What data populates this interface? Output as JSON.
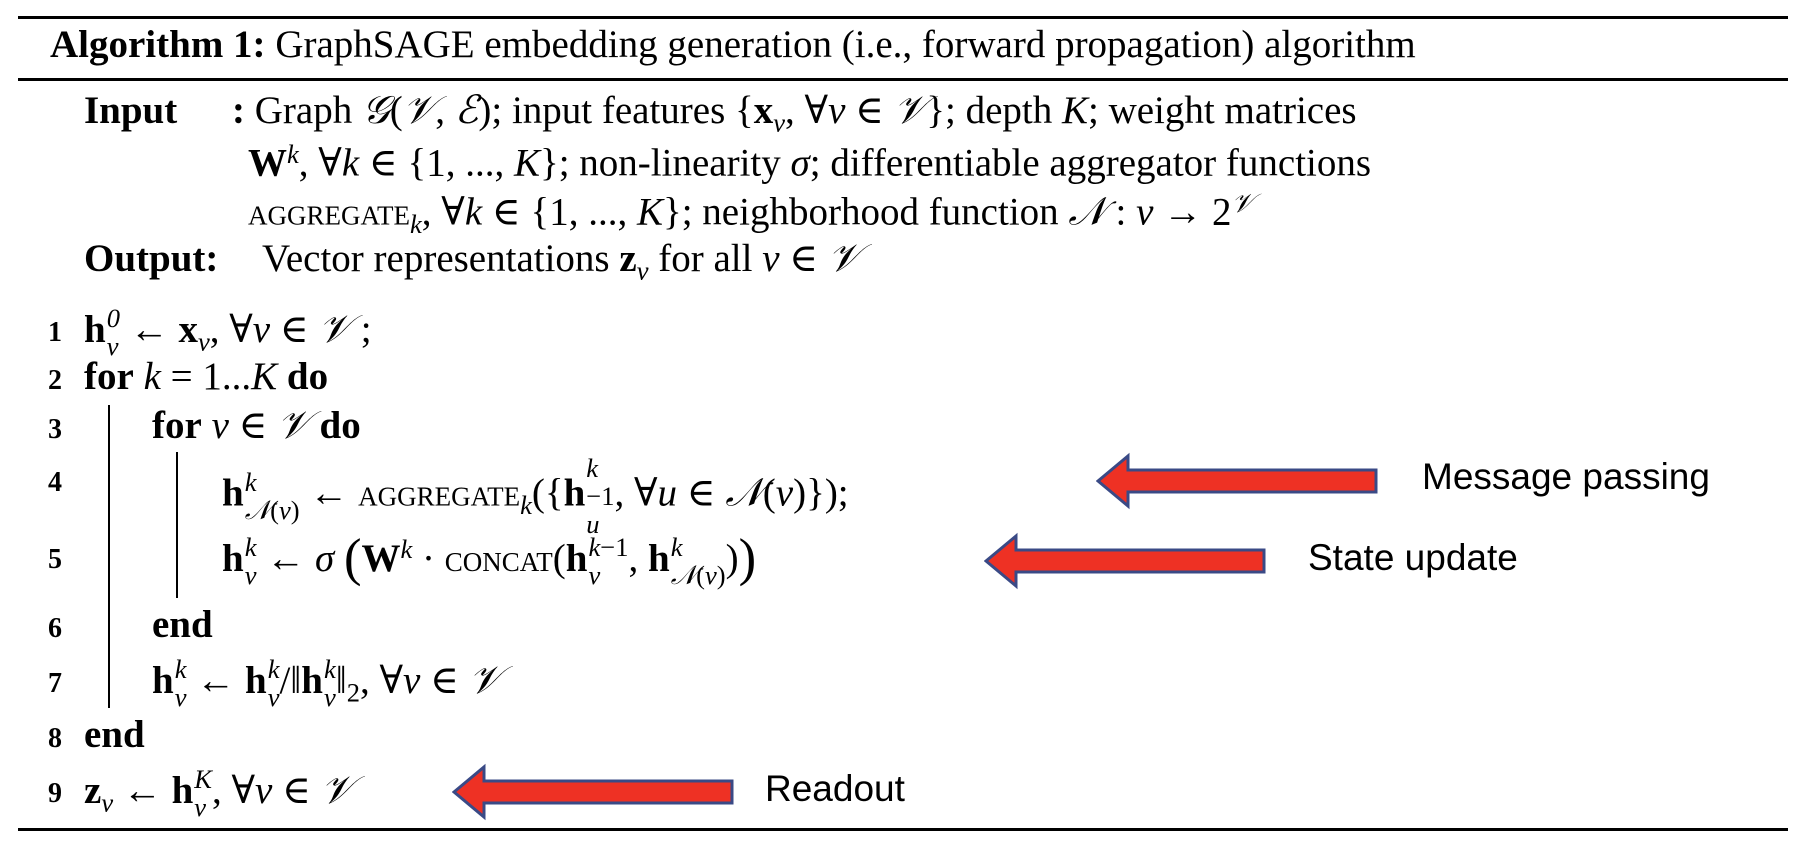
{
  "algorithm": {
    "label": "Algorithm 1:",
    "title": "GraphSAGE embedding generation (i.e., forward propagation) algorithm"
  },
  "input": {
    "label": "Input",
    "line1": ": Graph 𝒢(𝒱, ℰ); input features {x_v, ∀v ∈ 𝒱}; depth K; weight matrices",
    "line2": "W^k, ∀k ∈ {1, ..., K}; non-linearity σ; differentiable aggregator functions",
    "line3": "AGGREGATE_k, ∀k ∈ {1, ..., K}; neighborhood function 𝒩 : v → 2^𝒱"
  },
  "output": {
    "label": "Output",
    "text": "Vector representations z_v for all v ∈ 𝒱"
  },
  "lines": [
    {
      "num": "1",
      "text": "h_v^0 ← x_v, ∀v ∈ 𝒱 ;"
    },
    {
      "num": "2",
      "text": "for k = 1...K do"
    },
    {
      "num": "3",
      "text": "for v ∈ 𝒱 do"
    },
    {
      "num": "4",
      "text": "h_𝒩(v)^k ← AGGREGATE_k({h_u^(k−1), ∀u ∈ 𝒩(v)});"
    },
    {
      "num": "5",
      "text": "h_v^k ← σ(W^k · CONCAT(h_v^(k−1), h_𝒩(v)^k))"
    },
    {
      "num": "6",
      "text": "end"
    },
    {
      "num": "7",
      "text": "h_v^k ← h_v^k/‖h_v^k‖_2, ∀v ∈ 𝒱"
    },
    {
      "num": "8",
      "text": "end"
    },
    {
      "num": "9",
      "text": "z_v ← h_v^K, ∀v ∈ 𝒱"
    }
  ],
  "annotations": {
    "message_passing": "Message passing",
    "state_update": "State update",
    "readout": "Readout"
  },
  "colors": {
    "arrow_fill": "#ee3124",
    "arrow_stroke": "#3a4a86"
  }
}
